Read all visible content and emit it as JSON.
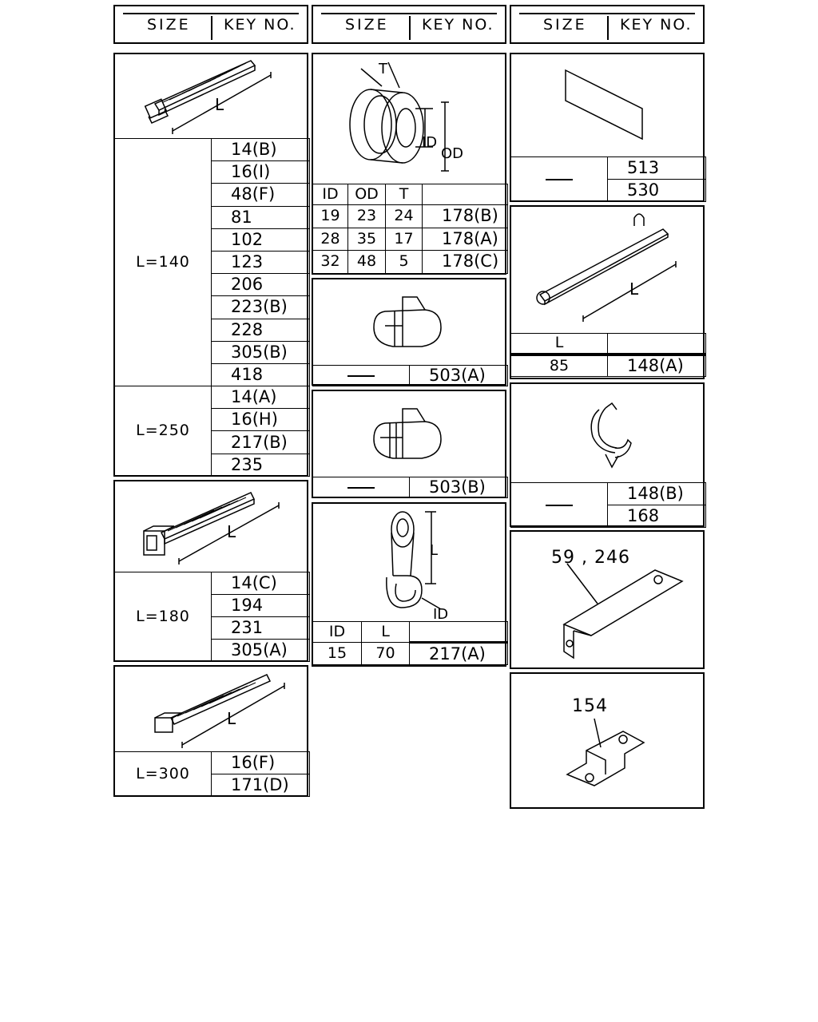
{
  "headers": {
    "size": "SIZE",
    "key_no": "KEY NO."
  },
  "col1": {
    "tie140": {
      "dim": "L",
      "size": "L=140",
      "keys": [
        "14(B)",
        "16(I)",
        "48(F)",
        "81",
        "102",
        "123",
        "206",
        "223(B)",
        "228",
        "305(B)",
        "418"
      ]
    },
    "tie250": {
      "size": "L=250",
      "keys": [
        "14(A)",
        "16(H)",
        "217(B)",
        "235"
      ]
    },
    "tie180": {
      "dim": "L",
      "size": "L=180",
      "keys": [
        "14(C)",
        "194",
        "231",
        "305(A)"
      ]
    },
    "tie300": {
      "dim": "L",
      "size": "L=300",
      "keys": [
        "16(F)",
        "171(D)"
      ]
    }
  },
  "col2": {
    "grommet": {
      "dim_t": "T",
      "dim_id": "ID",
      "dim_od": "OD",
      "columns": [
        "ID",
        "OD",
        "T",
        ""
      ],
      "rows": [
        [
          "19",
          "23",
          "24",
          "178(B)"
        ],
        [
          "28",
          "35",
          "17",
          "178(A)"
        ],
        [
          "32",
          "48",
          "5",
          "178(C)"
        ]
      ]
    },
    "block_a": {
      "key": "503(A)"
    },
    "block_b": {
      "key": "503(B)"
    },
    "clamp": {
      "dim_l": "L",
      "dim_id": "ID",
      "columns": [
        "ID",
        "L",
        ""
      ],
      "row": [
        "15",
        "70",
        "217(A)"
      ]
    }
  },
  "col3": {
    "pad": {
      "keys": [
        "513",
        "530"
      ]
    },
    "strap": {
      "dim": "L",
      "columns": [
        "L",
        ""
      ],
      "row": [
        "85",
        "148(A)"
      ]
    },
    "clip": {
      "keys": [
        "148(B)",
        "168"
      ]
    },
    "bracket1": {
      "callout": "59 , 246"
    },
    "bracket2": {
      "callout": "154"
    }
  }
}
